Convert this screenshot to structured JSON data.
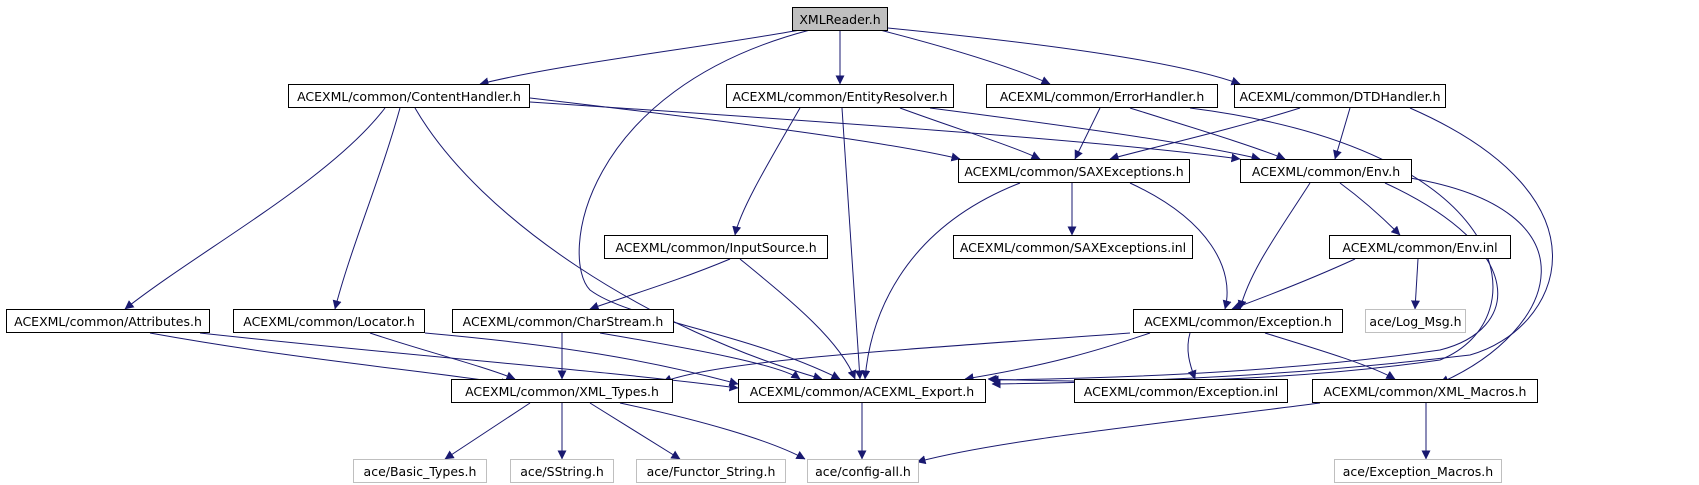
{
  "diagram": {
    "colors": {
      "edge": "#191970",
      "border": "#000000",
      "external_border": "#bfbfbf",
      "root_fill": "#bfbfbf",
      "fill": "#ffffff"
    },
    "nodes": {
      "xmlreader": "XMLReader.h",
      "contenthandler": "ACEXML/common/ContentHandler.h",
      "entityresolver": "ACEXML/common/EntityResolver.h",
      "errorhandler": "ACEXML/common/ErrorHandler.h",
      "dtdhandler": "ACEXML/common/DTDHandler.h",
      "saxexceptions": "ACEXML/common/SAXExceptions.h",
      "env": "ACEXML/common/Env.h",
      "inputsource": "ACEXML/common/InputSource.h",
      "saxexceptions_inl": "ACEXML/common/SAXExceptions.inl",
      "env_inl": "ACEXML/common/Env.inl",
      "attributes": "ACEXML/common/Attributes.h",
      "locator": "ACEXML/common/Locator.h",
      "charstream": "ACEXML/common/CharStream.h",
      "exception": "ACEXML/common/Exception.h",
      "log_msg": "ace/Log_Msg.h",
      "xml_types": "ACEXML/common/XML_Types.h",
      "acexml_export": "ACEXML/common/ACEXML_Export.h",
      "exception_inl": "ACEXML/common/Exception.inl",
      "xml_macros": "ACEXML/common/XML_Macros.h",
      "basic_types": "ace/Basic_Types.h",
      "sstring": "ace/SString.h",
      "functor_string": "ace/Functor_String.h",
      "config_all": "ace/config-all.h",
      "exception_macros": "ace/Exception_Macros.h"
    }
  }
}
